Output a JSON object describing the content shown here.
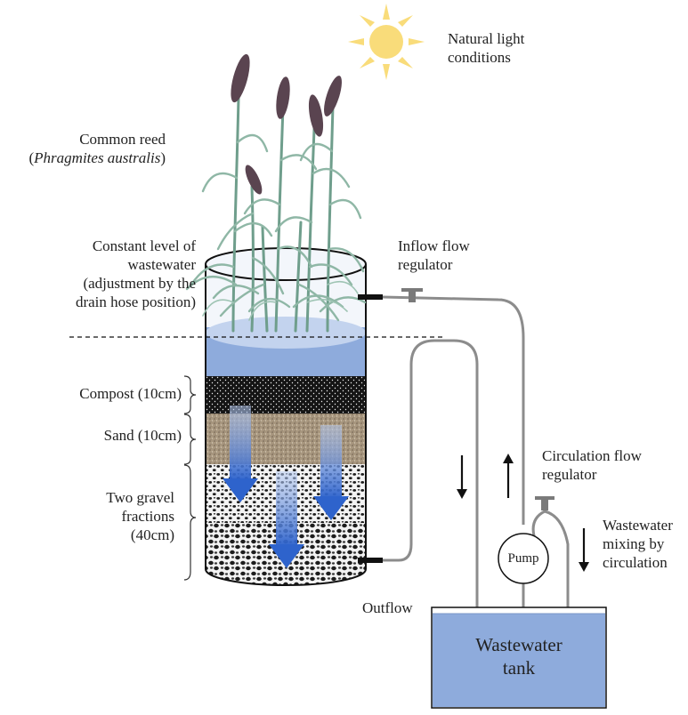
{
  "labels": {
    "light_line1": "Natural light",
    "light_line2": "conditions",
    "reed_line1": "Common reed",
    "reed_paren_open": "(",
    "reed_italic": "Phragmites australis",
    "reed_paren_close": ")",
    "level_line1": "Constant level of",
    "level_line2": "wastewater",
    "level_line3": "(adjustment by the",
    "level_line4": "drain hose position)",
    "inflow_line1": "Inflow flow",
    "inflow_line2": "regulator",
    "compost": "Compost (10cm)",
    "sand": "Sand (10cm)",
    "gravel_line1": "Two gravel",
    "gravel_line2": "fractions",
    "gravel_line3": "(40cm)",
    "circ_line1": "Circulation flow",
    "circ_line2": "regulator",
    "mix_line1": "Wastewater",
    "mix_line2": "mixing by",
    "mix_line3": "circulation",
    "pump": "Pump",
    "outflow": "Outflow",
    "tank_line1": "Wastewater",
    "tank_line2": "tank"
  },
  "colors": {
    "water": "#8eabdc",
    "water_light": "#c3d3ee",
    "compost": "#1a1a1a",
    "sand": "#a8977f",
    "gravel_bg": "#f4f4f4",
    "hose": "#8c8c8c",
    "sun": "#f9dc7a",
    "reed_leaf": "#8fb7a6",
    "reed_panicle": "#5a4450",
    "arrow_flow": "#3f6fd1"
  }
}
